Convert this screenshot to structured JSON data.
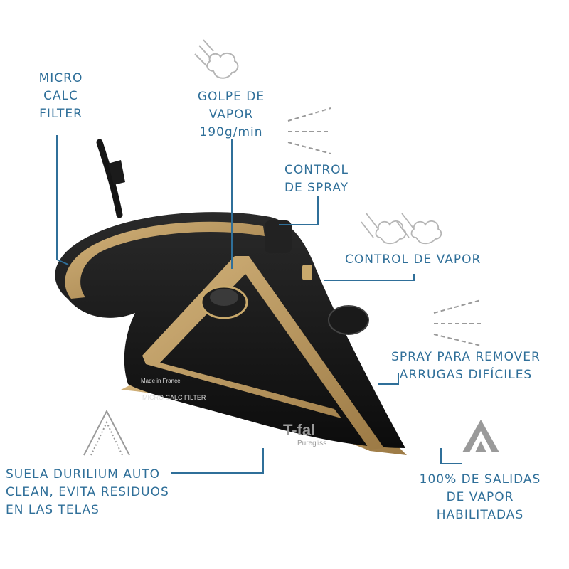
{
  "labels": {
    "micro_calc_filter": "MICRO\nCALC\nFILTER",
    "golpe_de_vapor": "GOLPE DE\nVAPOR\n190g/min",
    "control_de_spray": "CONTROL\nDE SPRAY",
    "control_de_vapor": "CONTROL DE VAPOR",
    "spray_para_remover": "SPRAY PARA REMOVER\nARRUGAS  DIFÍCILES",
    "suela_durilium": "SUELA DURILIUM AUTO\nCLEAN, EVITA RESIDUOS\nEN LAS TELAS",
    "salidas_de_vapor": "100% DE SALIDAS\nDE VAPOR\nHABILITADAS"
  },
  "product_text": {
    "brand": "T-fal",
    "model": "Puregliss",
    "made_in": "Made in France",
    "filter_marking": "MICRO CALC FILTER"
  },
  "colors": {
    "label_blue": "#2f6f99",
    "leader_line": "#2f6f99",
    "iron_black": "#141414",
    "iron_gold": "#b8955a",
    "icon_gray": "#9a9a9a"
  }
}
